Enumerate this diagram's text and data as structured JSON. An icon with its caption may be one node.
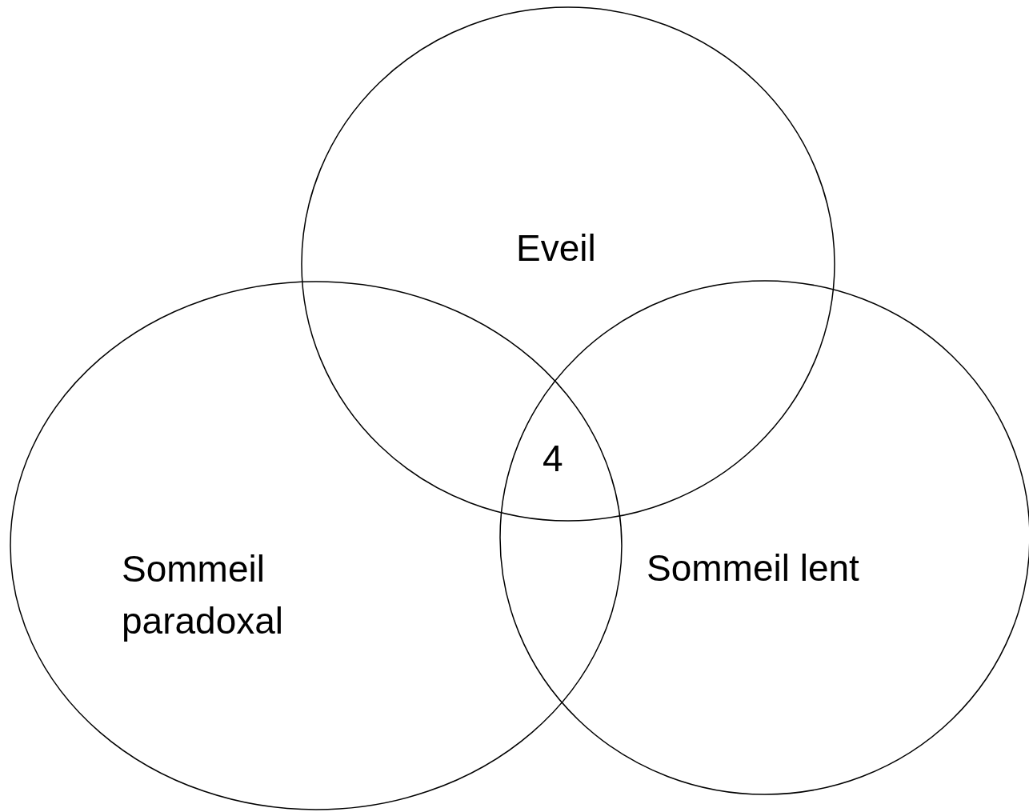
{
  "diagram": {
    "nodes": [
      {
        "text": [
          "Eveil"
        ]
      },
      {
        "text": [
          "Sommeil paradoxal"
        ]
      },
      {
        "text": [
          "Sommeil lent"
        ]
      }
    ],
    "labels": [
      "4"
    ]
  }
}
